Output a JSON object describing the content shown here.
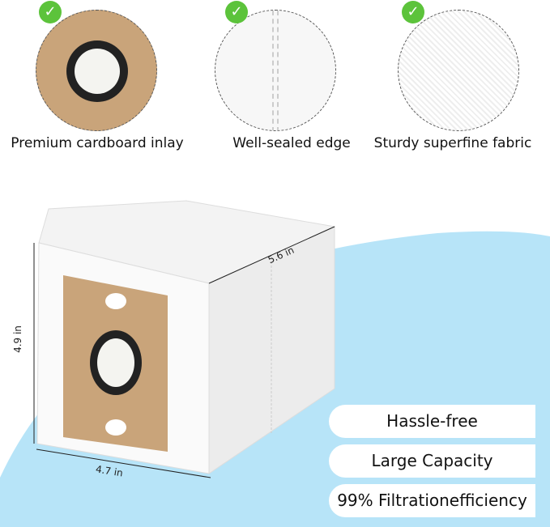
{
  "features": [
    {
      "label": "Premium cardboard inlay",
      "icon": "check-icon"
    },
    {
      "label": "Well-sealed edge",
      "icon": "check-icon"
    },
    {
      "label": "Sturdy superfine fabric",
      "icon": "check-icon"
    }
  ],
  "dimensions": {
    "height": "4.9 in",
    "width": "4.7 in",
    "depth": "5.6 in"
  },
  "benefits": [
    "Hassle-free",
    "Large Capacity",
    "99% Filtrationefficiency"
  ],
  "colors": {
    "check": "#5cc33b",
    "background_blob": "#b7e4f8",
    "cardboard": "#c9a47a"
  }
}
